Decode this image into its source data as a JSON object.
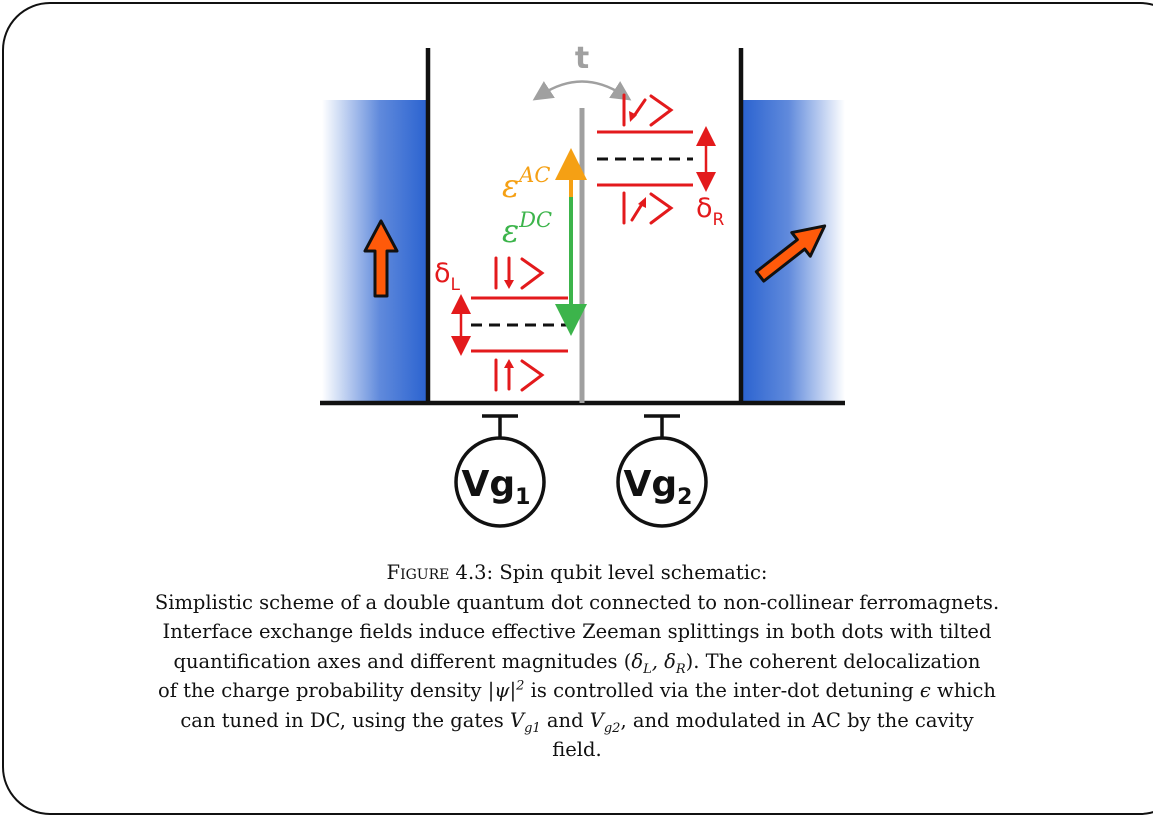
{
  "figure": {
    "tunnel_label": "t",
    "epsilon_ac": {
      "symbol": "ε",
      "superscript": "AC"
    },
    "epsilon_dc": {
      "symbol": "ε",
      "superscript": "DC"
    },
    "delta_left": {
      "symbol": "δ",
      "subscript": "L"
    },
    "delta_right": {
      "symbol": "δ",
      "subscript": "R"
    },
    "gate1": {
      "text": "Vg",
      "subscript": "1"
    },
    "gate2": {
      "text": "Vg",
      "subscript": "2"
    },
    "ket_labels": {
      "left_top": "|↓⟩",
      "left_bottom": "|↑⟩",
      "right_top": "|↙⟩",
      "right_bottom": "|↗⟩"
    },
    "colors": {
      "ferromagnet_blue": "#2b63d0",
      "spin_red": "#e31a1c",
      "arrow_orange": "#ff5a0a",
      "ac_orange": "#f5a014",
      "dc_green": "#3cb44b",
      "tunnel_gray": "#a0a0a0"
    }
  },
  "caption": {
    "label": "Figure 4.3:",
    "title": "Spin qubit level schematic:",
    "line1": "Simplistic scheme of a double quantum dot connected to non-collinear ferromagnets.",
    "line2": "Interface exchange fields induce effective Zeeman splittings in both dots with tilted",
    "line3_a": "quantification axes and different magnitudes (",
    "line3_math": "δL, δR",
    "line3_b": "). The coherent delocalization",
    "line4_a": "of the charge probability density ",
    "line4_math": "|ψ|²",
    "line4_b": " is controlled via the inter-dot detuning ",
    "line4_eps": "ϵ",
    "line4_c": " which",
    "line5_a": "can tuned in DC, using the gates ",
    "line5_vg1": "Vg1",
    "line5_and": " and ",
    "line5_vg2": "Vg2",
    "line5_b": ", and modulated in AC by the cavity",
    "line6": "field."
  }
}
